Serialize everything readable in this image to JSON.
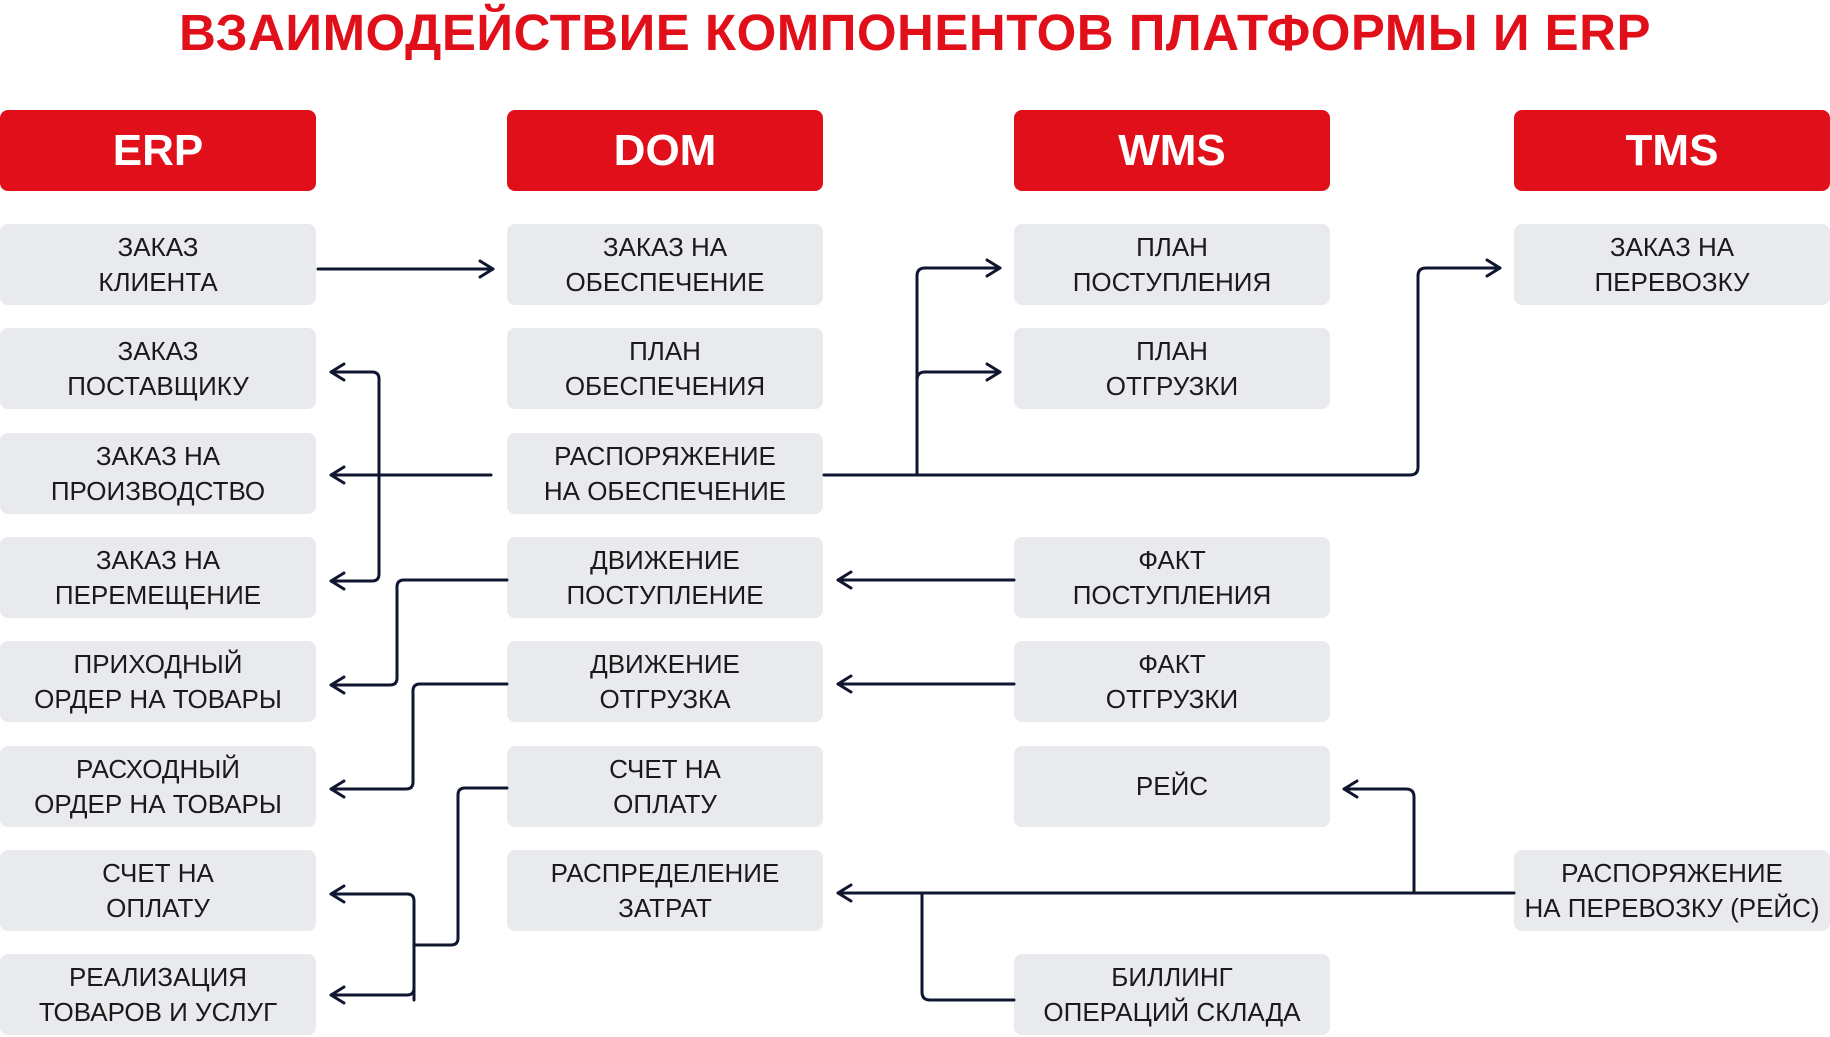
{
  "title": "ВЗАИМОДЕЙСТВИЕ КОМПОНЕНТОВ ПЛАТФОРМЫ И ERP",
  "columns": {
    "erp": {
      "header": "ERP",
      "items": [
        {
          "line1": "ЗАКАЗ",
          "line2": "КЛИЕНТА"
        },
        {
          "line1": "ЗАКАЗ",
          "line2": "ПОСТАВЩИКУ"
        },
        {
          "line1": "ЗАКАЗ НА",
          "line2": "ПРОИЗВОДСТВО"
        },
        {
          "line1": "ЗАКАЗ НА",
          "line2": "ПЕРЕМЕЩЕНИЕ"
        },
        {
          "line1": "ПРИХОДНЫЙ",
          "line2": "ОРДЕР НА ТОВАРЫ"
        },
        {
          "line1": "РАСХОДНЫЙ",
          "line2": "ОРДЕР НА ТОВАРЫ"
        },
        {
          "line1": "СЧЕТ НА",
          "line2": "ОПЛАТУ"
        },
        {
          "line1": "РЕАЛИЗАЦИЯ",
          "line2": "ТОВАРОВ И УСЛУГ"
        }
      ]
    },
    "dom": {
      "header": "DOM",
      "items": [
        {
          "line1": "ЗАКАЗ НА",
          "line2": "ОБЕСПЕЧЕНИЕ"
        },
        {
          "line1": "ПЛАН",
          "line2": "ОБЕСПЕЧЕНИЯ"
        },
        {
          "line1": "РАСПОРЯЖЕНИЕ",
          "line2": "НА ОБЕСПЕЧЕНИЕ"
        },
        {
          "line1": "ДВИЖЕНИЕ",
          "line2": "ПОСТУПЛЕНИЕ"
        },
        {
          "line1": "ДВИЖЕНИЕ",
          "line2": "ОТГРУЗКА"
        },
        {
          "line1": "СЧЕТ НА",
          "line2": "ОПЛАТУ"
        },
        {
          "line1": "РАСПРЕДЕЛЕНИЕ",
          "line2": "ЗАТРАТ"
        }
      ]
    },
    "wms": {
      "header": "WMS",
      "items": [
        {
          "line1": "ПЛАН",
          "line2": "ПОСТУПЛЕНИЯ"
        },
        {
          "line1": "ПЛАН",
          "line2": "ОТГРУЗКИ"
        },
        {
          "line1": "ФАКТ",
          "line2": "ПОСТУПЛЕНИЯ"
        },
        {
          "line1": "ФАКТ",
          "line2": "ОТГРУЗКИ"
        },
        {
          "line1": "РЕЙС",
          "line2": ""
        },
        {
          "line1": "БИЛЛИНГ",
          "line2": "ОПЕРАЦИЙ СКЛАДА"
        }
      ]
    },
    "tms": {
      "header": "TMS",
      "items": [
        {
          "line1": "ЗАКАЗ НА",
          "line2": "ПЕРЕВОЗКУ"
        },
        {
          "line1": "РАСПОРЯЖЕНИЕ",
          "line2": "НА ПЕРЕВОЗКУ (РЕЙС)"
        }
      ]
    }
  },
  "colors": {
    "accent": "#e10f1a",
    "box_fill": "#e8eaed",
    "connector": "#0f1630"
  }
}
